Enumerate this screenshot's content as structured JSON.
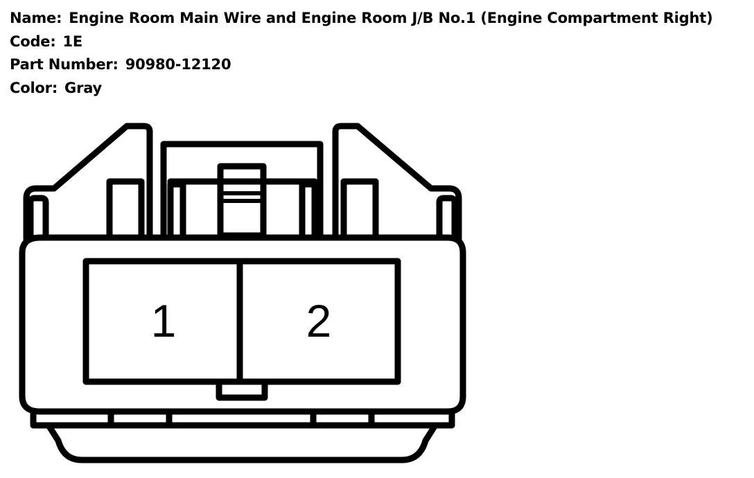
{
  "connector": {
    "name_label": "Name:",
    "name": "Engine Room Main Wire and Engine Room J/B No.1 (Engine Compartment Right)",
    "code_label": "Code:",
    "code": "1E",
    "part_number_label": "Part Number:",
    "part_number": "90980-12120",
    "color_label": "Color:",
    "color": "Gray"
  },
  "pins": [
    {
      "label": "1"
    },
    {
      "label": "2"
    }
  ]
}
